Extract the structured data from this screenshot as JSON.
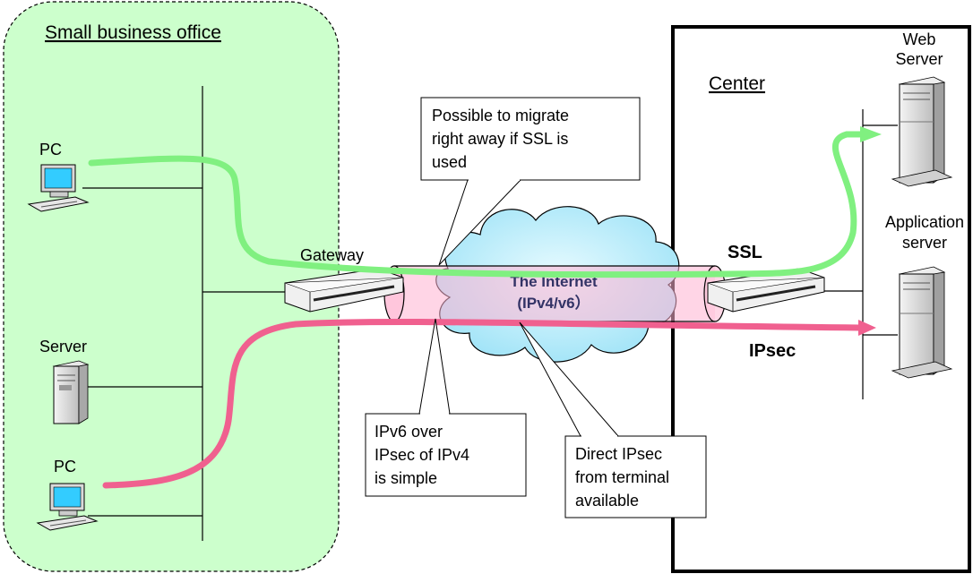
{
  "office": {
    "title": "Small business office"
  },
  "center": {
    "title": "Center"
  },
  "devices": {
    "pc_top": "PC",
    "server": "Server",
    "pc_bottom": "PC",
    "gateway": "Gateway",
    "web_server": [
      "Web",
      "Server"
    ],
    "app_server": [
      "Application",
      "server"
    ]
  },
  "internet": {
    "line1": "The Internet",
    "line2": "(IPv4/v6）"
  },
  "links": {
    "ssl": "SSL",
    "ipsec": "IPsec"
  },
  "callouts": {
    "ssl_note": [
      "Possible to migrate",
      "right away if SSL is",
      "used"
    ],
    "ipv6_note": [
      "IPv6 over",
      "IPsec of IPv4",
      "is simple"
    ],
    "direct_note": [
      "Direct IPsec",
      "from terminal",
      "available"
    ]
  },
  "colors": {
    "office_bg": "#ccffcc",
    "cloud": "#bfeefb",
    "tunnel": "#ffb3d1",
    "ssl_arrow": "#80f080",
    "ipsec_arrow": "#f0608f",
    "pc_screen": "#33ccff"
  }
}
